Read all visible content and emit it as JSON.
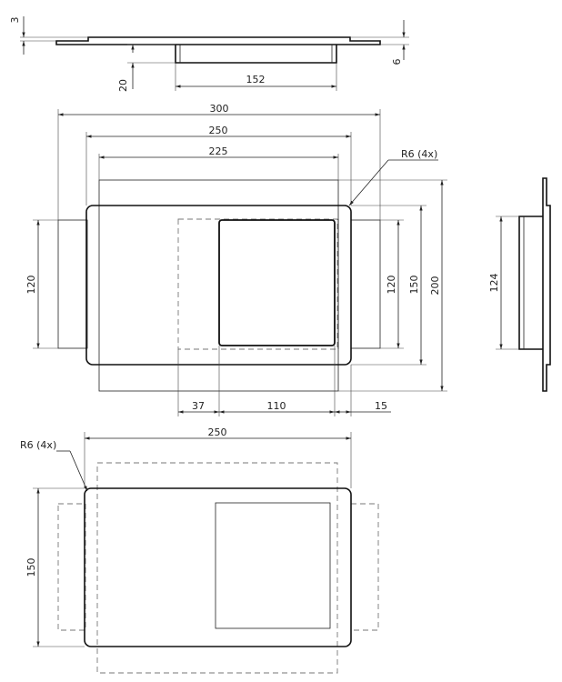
{
  "colors": {
    "line": "#111111",
    "hidden": "#777777",
    "background": "#ffffff"
  },
  "side_view_top": {
    "dim_3": "3",
    "dim_6": "6",
    "dim_20": "20",
    "dim_152": "152"
  },
  "front_view": {
    "dim_300": "300",
    "dim_250": "250",
    "dim_225": "225",
    "radius_note": "R6 (4x)",
    "dim_120_left": "120",
    "dim_120_right": "120",
    "dim_150": "150",
    "dim_200": "200",
    "dim_37": "37",
    "dim_110": "110",
    "dim_15": "15"
  },
  "side_view_right": {
    "dim_124": "124"
  },
  "bottom_view": {
    "dim_250": "250",
    "radius_note": "R6 (4x)",
    "dim_150": "150"
  }
}
